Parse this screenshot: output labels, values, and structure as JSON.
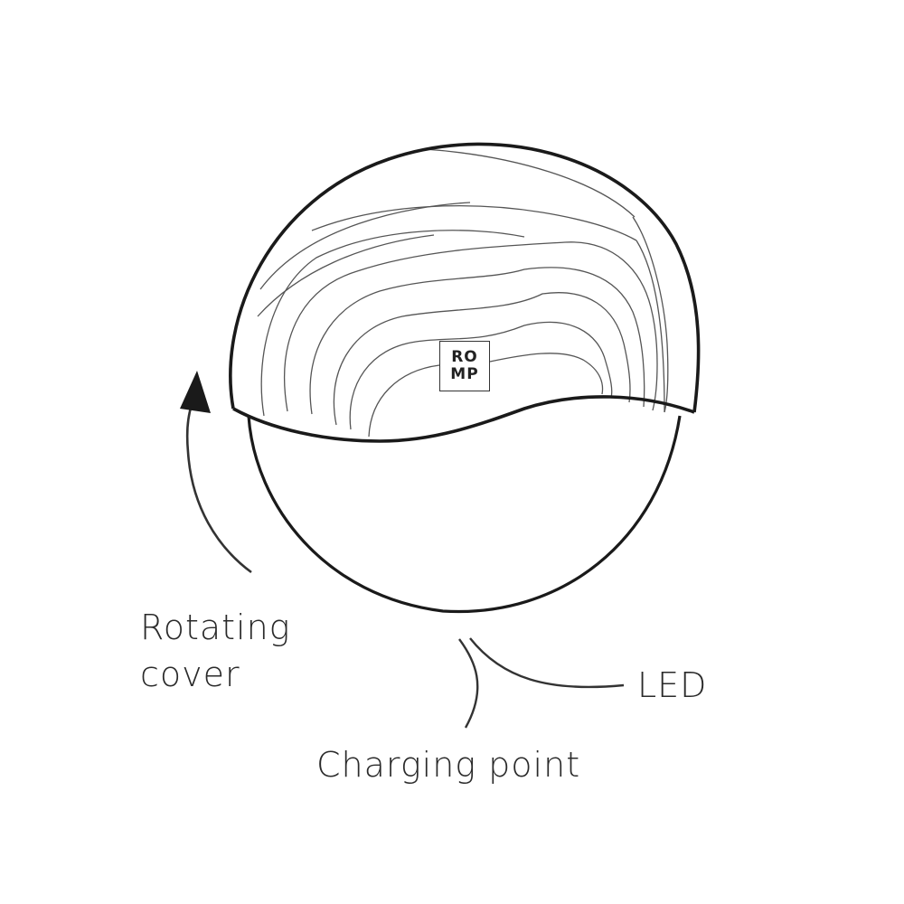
{
  "labels": {
    "rotating_line1": "Rotating",
    "rotating_line2": "cover",
    "led": "LED",
    "charging_point": "Charging point"
  },
  "logo": {
    "line1": "RO",
    "line2": "MP"
  },
  "colors": {
    "stroke": "#1a1a1a",
    "contour": "#555555",
    "text": "#2a2a2a",
    "background": "#ffffff"
  },
  "icons": {
    "rotation_arrow": "curved-arrow-icon"
  }
}
